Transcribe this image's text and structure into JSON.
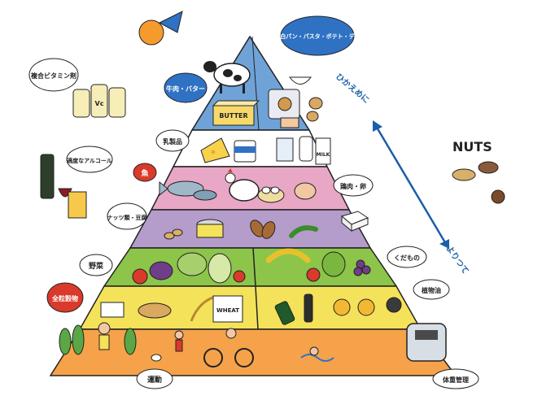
{
  "pyramid": {
    "tiers": [
      {
        "id": "top",
        "color": "#6fa3d8"
      },
      {
        "id": "dairy",
        "color": "#ffffff"
      },
      {
        "id": "fish-poultry",
        "color": "#e8a7c5"
      },
      {
        "id": "nuts-legumes",
        "color": "#b49ccb"
      },
      {
        "id": "vegetables-fruit",
        "color": "#8cc54a"
      },
      {
        "id": "grains-oil",
        "color": "#f4e25a"
      },
      {
        "id": "exercise",
        "color": "#f5a24a"
      }
    ]
  },
  "labels": {
    "top_right": "白米・白パン・パスタ・ポテト・デザート",
    "top_left": "牛肉・バター",
    "dairy": "乳製品",
    "fish": "魚",
    "poultry": "鶏肉・卵",
    "nuts": "ナッツ類・豆腐",
    "vegetables": "野菜",
    "fruit": "くだもの",
    "grains": "全粒穀物",
    "oil": "植物油",
    "exercise": "運動",
    "weight": "体重管理",
    "multivitamin": "複合ビタミン剤",
    "alcohol": "適度なアルコール",
    "nuts_side": "NUTS",
    "less": "ひかえめに",
    "more": "よりつて"
  },
  "item_text": {
    "butter_box": "BUTTER",
    "milk_carton": "MILK",
    "wheat_bag": "WHEAT",
    "vitamin": "Vc"
  },
  "colors": {
    "bubble": "#2f72c4",
    "bubble_red": "#d93a2b",
    "arrow": "#1b5fa8"
  }
}
